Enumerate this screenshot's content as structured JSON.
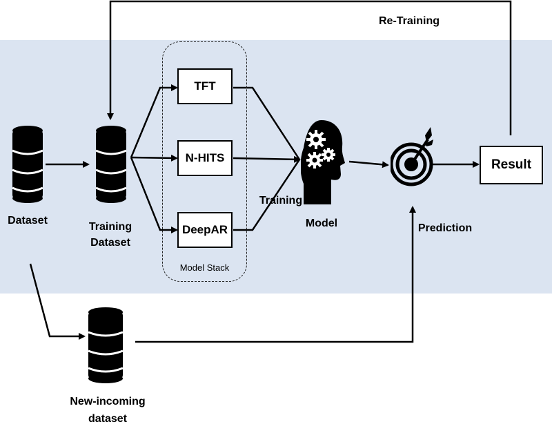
{
  "labels": {
    "retraining": "Re-Training",
    "dataset": "Dataset",
    "training_dataset_line1": "Training",
    "training_dataset_line2": "Dataset",
    "model_stack": "Model Stack",
    "training": "Training",
    "model": "Model",
    "prediction": "Prediction",
    "new_incoming_line1": "New-incoming",
    "new_incoming_line2": "dataset"
  },
  "models": [
    "TFT",
    "N-HITS",
    "DeepAR"
  ],
  "result": "Result",
  "icons": {
    "dataset": "database-icon",
    "training_dataset": "database-icon",
    "new_incoming": "database-icon",
    "model": "head-gears-icon",
    "prediction": "target-icon"
  },
  "colors": {
    "band": "#dbe4f1",
    "line": "#000000"
  }
}
